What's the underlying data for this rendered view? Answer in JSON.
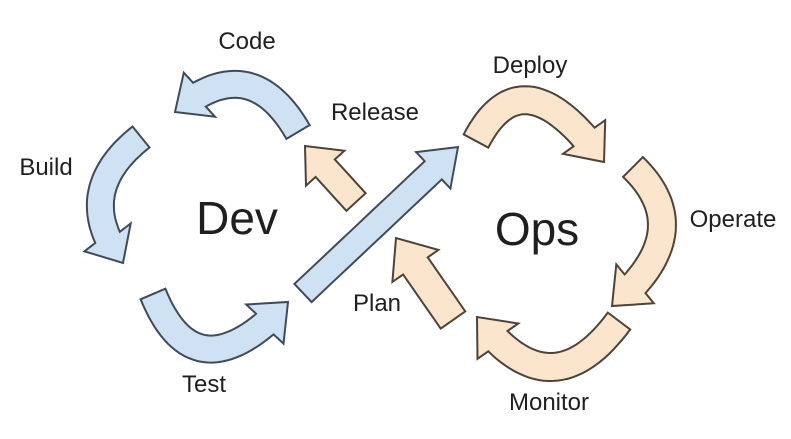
{
  "diagram": {
    "dev_loop": {
      "label": "Dev",
      "stages": {
        "code": "Code",
        "build": "Build",
        "test": "Test"
      }
    },
    "ops_loop": {
      "label": "Ops",
      "stages": {
        "deploy": "Deploy",
        "operate": "Operate",
        "monitor": "Monitor"
      }
    },
    "handoff_stages": {
      "release": "Release",
      "plan": "Plan"
    },
    "colors": {
      "dev_arrow_fill": "#cfe2f3",
      "dev_arrow_stroke": "#3f4b59",
      "ops_arrow_fill": "#fce5cd",
      "ops_arrow_stroke": "#4e4338",
      "label_text": "#1f1f1f",
      "background": "#ffffff"
    }
  }
}
